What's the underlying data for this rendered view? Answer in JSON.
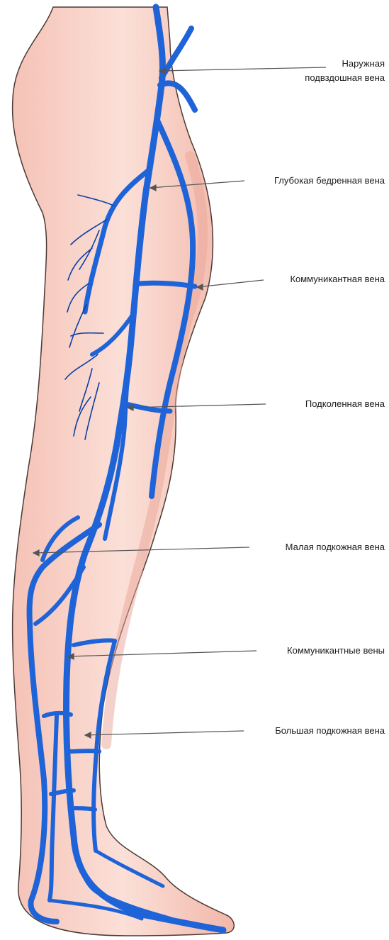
{
  "colors": {
    "background": "#ffffff",
    "skin": "#f7cbc1",
    "skin_shadow": "#eaa597",
    "outline": "#4a3a35",
    "vein": "#1e63d8",
    "vein_dark": "#0b3fa8",
    "leader": "#555555",
    "text": "#1a1a1a"
  },
  "labels": {
    "external_iliac_line1": "Наружная",
    "external_iliac_line2": "подвздошная вена",
    "deep_femoral": "Глубокая бедренная вена",
    "communicating": "Коммуникантная вена",
    "popliteal": "Подколенная вена",
    "small_saphenous": "Малая подкожная вена",
    "communicating_plural": "Коммуникантные вены",
    "great_saphenous": "Большая подкожная вена"
  }
}
